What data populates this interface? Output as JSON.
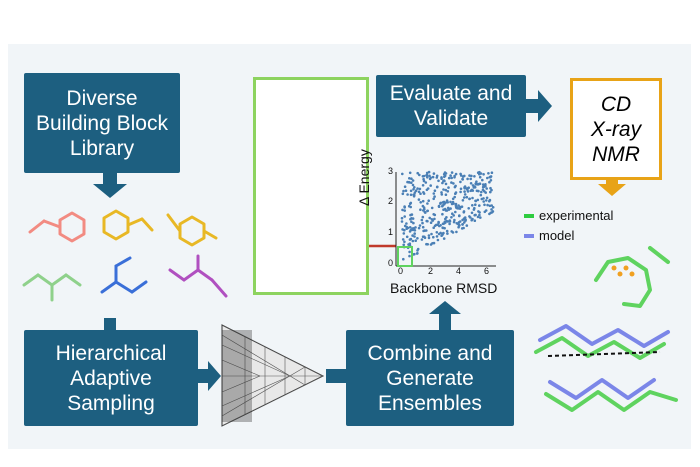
{
  "boxes": {
    "library": [
      "Diverse",
      "Building Block",
      "Library"
    ],
    "sampling": [
      "Hierarchical",
      "Adaptive",
      "Sampling"
    ],
    "combine": [
      "Combine and",
      "Generate",
      "Ensembles"
    ],
    "evaluate": [
      "Evaluate and",
      "Validate"
    ]
  },
  "methods": [
    "CD",
    "X-ray",
    "NMR"
  ],
  "legend": {
    "experimental": "experimental",
    "model": "model",
    "experimental_color": "#2ecc40",
    "model_color": "#7b86e8"
  },
  "scatter": {
    "ylabel": "Δ Energy",
    "xlabel": "Backbone RMSD",
    "x_ticks": [
      "0",
      "2",
      "4",
      "6"
    ],
    "y_ticks": [
      "0",
      "1",
      "2",
      "3"
    ]
  },
  "colors": {
    "box": "#1d5f80",
    "highlight_frame": "#8dd35f",
    "method_frame": "#e8a317",
    "pointer_arrow": "#c0392b",
    "points": "#4a7fb5"
  }
}
